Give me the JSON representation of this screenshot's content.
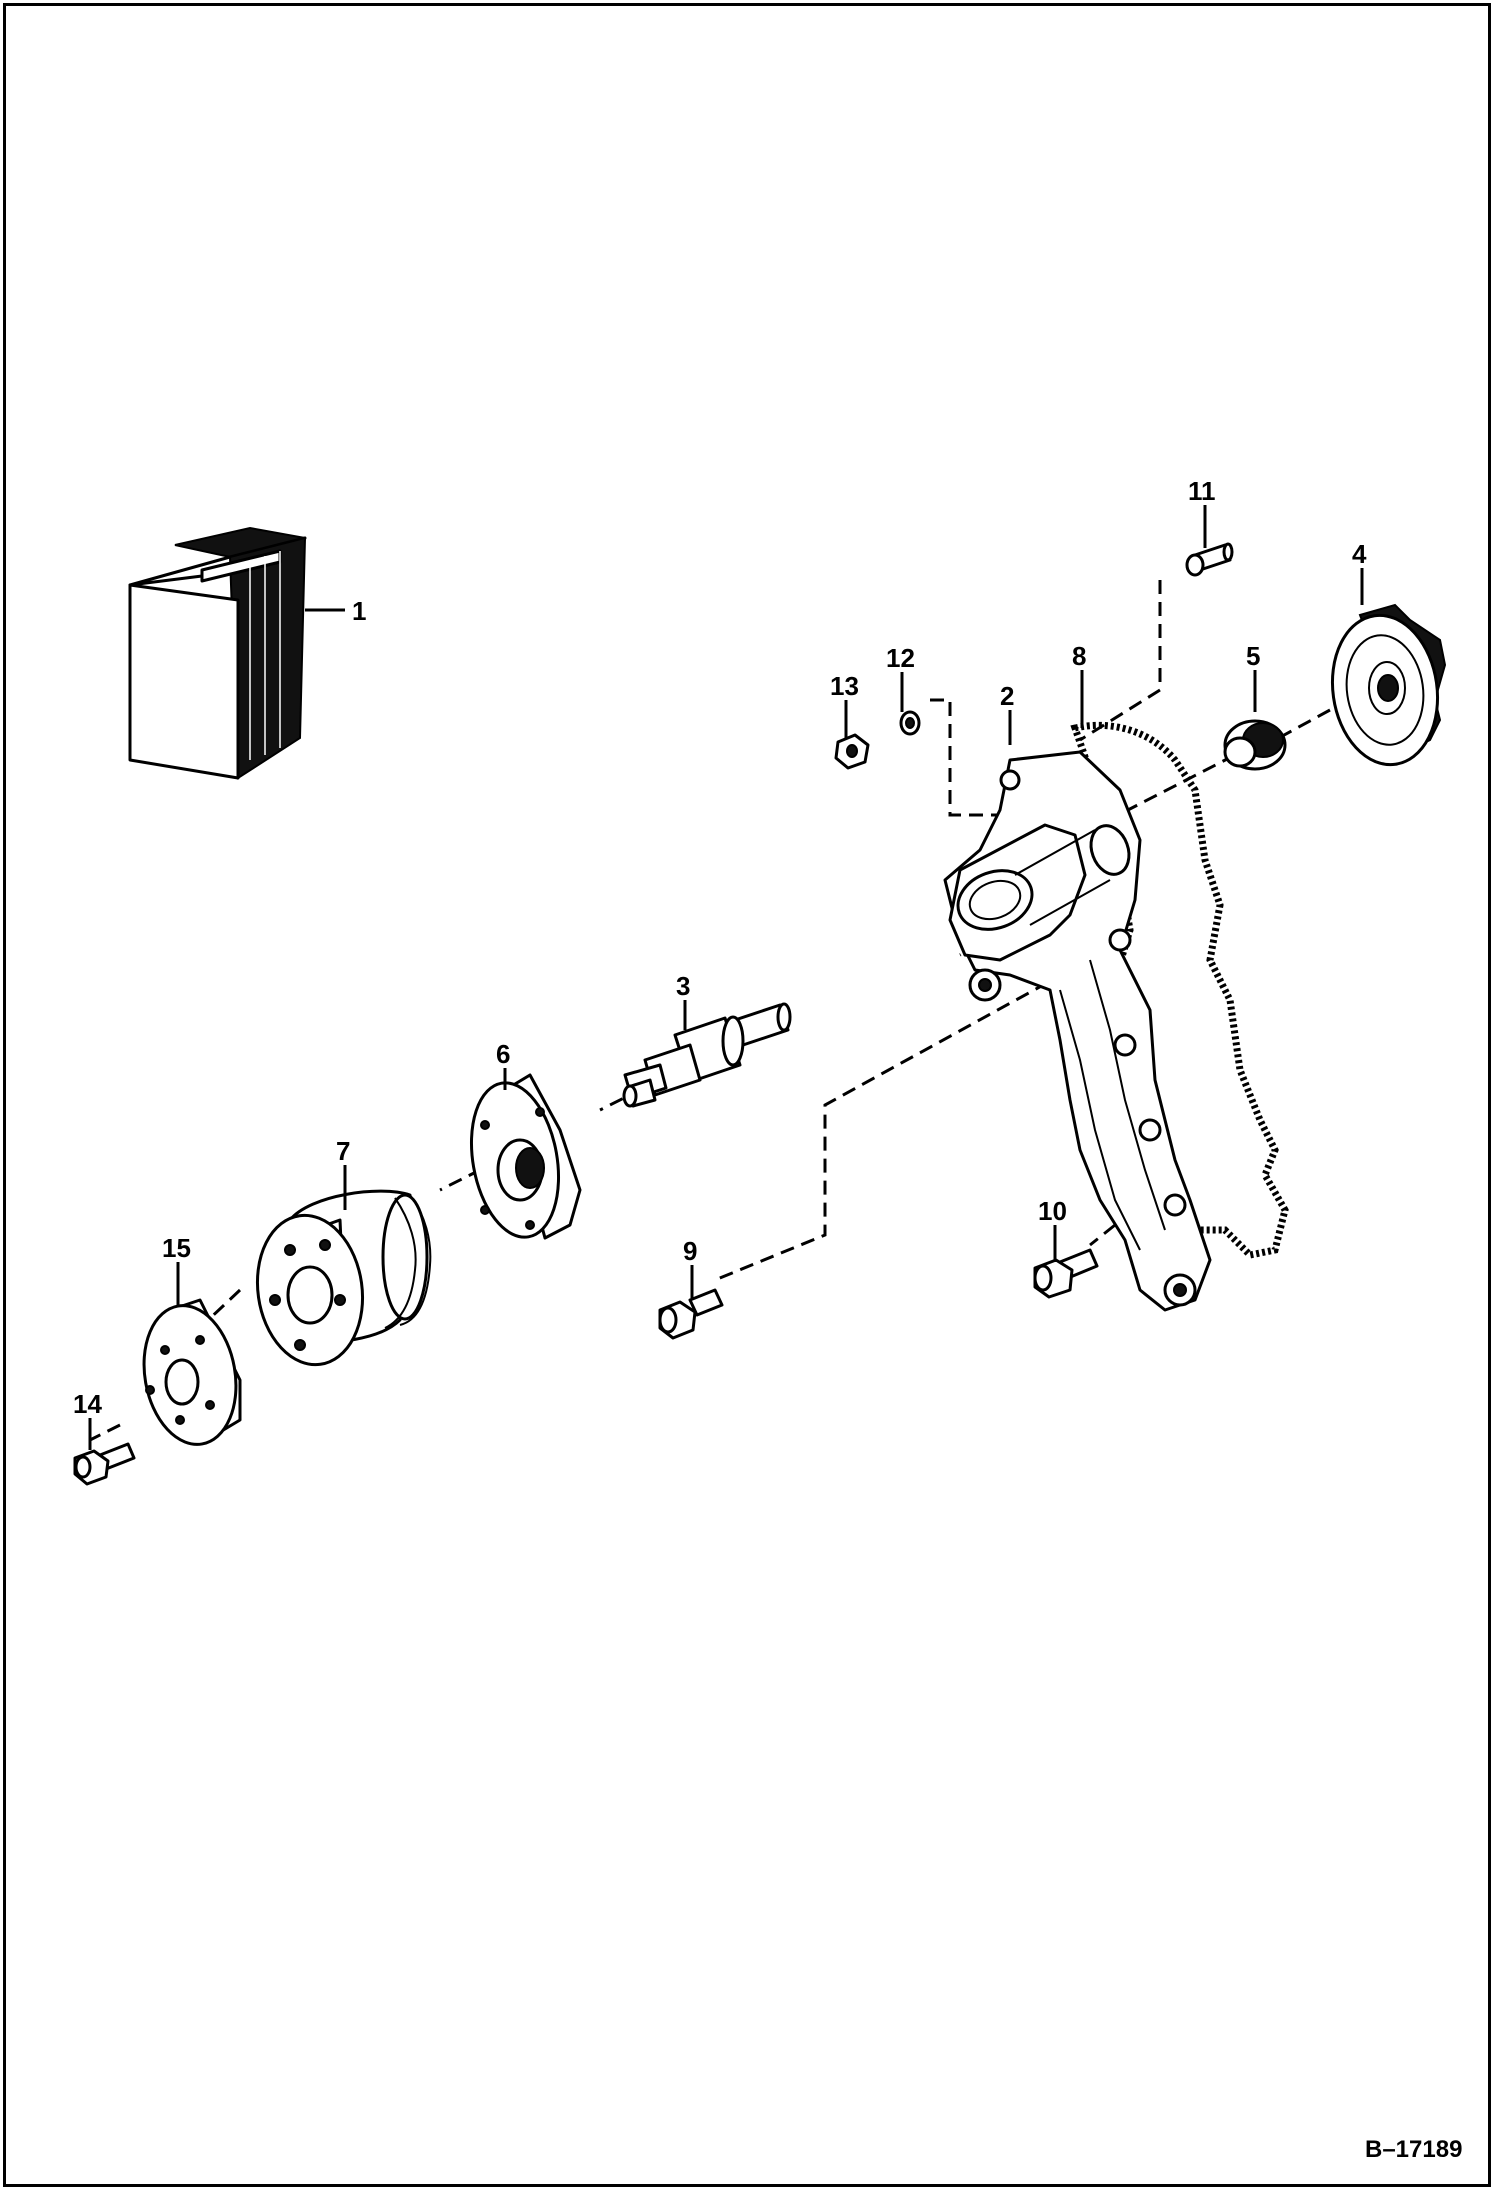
{
  "figure": {
    "id_label": "B–17189",
    "callouts": [
      "1",
      "2",
      "3",
      "4",
      "5",
      "6",
      "7",
      "8",
      "9",
      "10",
      "11",
      "12",
      "13",
      "14",
      "15"
    ]
  },
  "icons": [
    "kit-box-icon",
    "pump-housing-icon",
    "shaft-bearing-icon",
    "impeller-icon",
    "seal-icon",
    "flange-icon",
    "pulley-icon",
    "gasket-icon",
    "bolt-icon",
    "plug-icon",
    "washer-icon",
    "nut-icon",
    "spacer-icon"
  ],
  "colors": {
    "ink": "#000000",
    "paper": "#ffffff"
  }
}
